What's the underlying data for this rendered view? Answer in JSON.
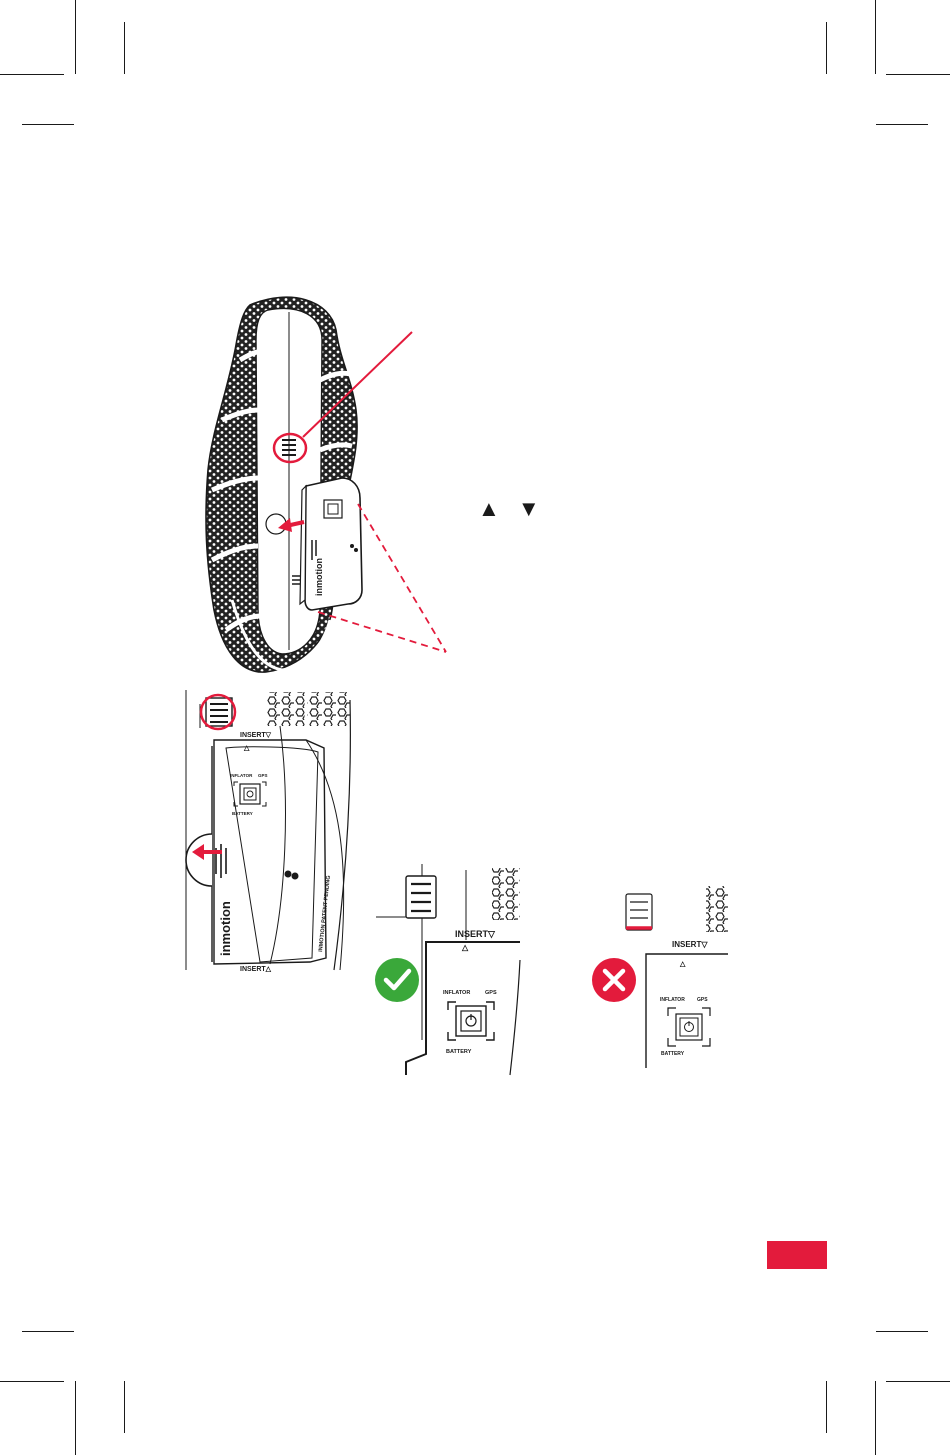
{
  "crop_marks": true,
  "colors": {
    "accent": "#e31b3c",
    "ok": "#3aa83a",
    "bad": "#e31b3c",
    "line": "#1a1a1a"
  },
  "labels": {
    "insert_down": "INSERT▽",
    "insert_up": "INSERT△",
    "inflator": "INFLATOR",
    "gps": "GPS",
    "battery": "BATTERY",
    "brand": "inmotion",
    "patent": "INMOTION PATENT PENDING",
    "arrow_symbols": "▲ ▼"
  },
  "icons": {
    "ok": "check-circle-icon",
    "bad": "cross-circle-icon",
    "power": "power-icon",
    "wireless": "wireless-icon"
  },
  "page_tab": {
    "color": "#e31b3c"
  }
}
